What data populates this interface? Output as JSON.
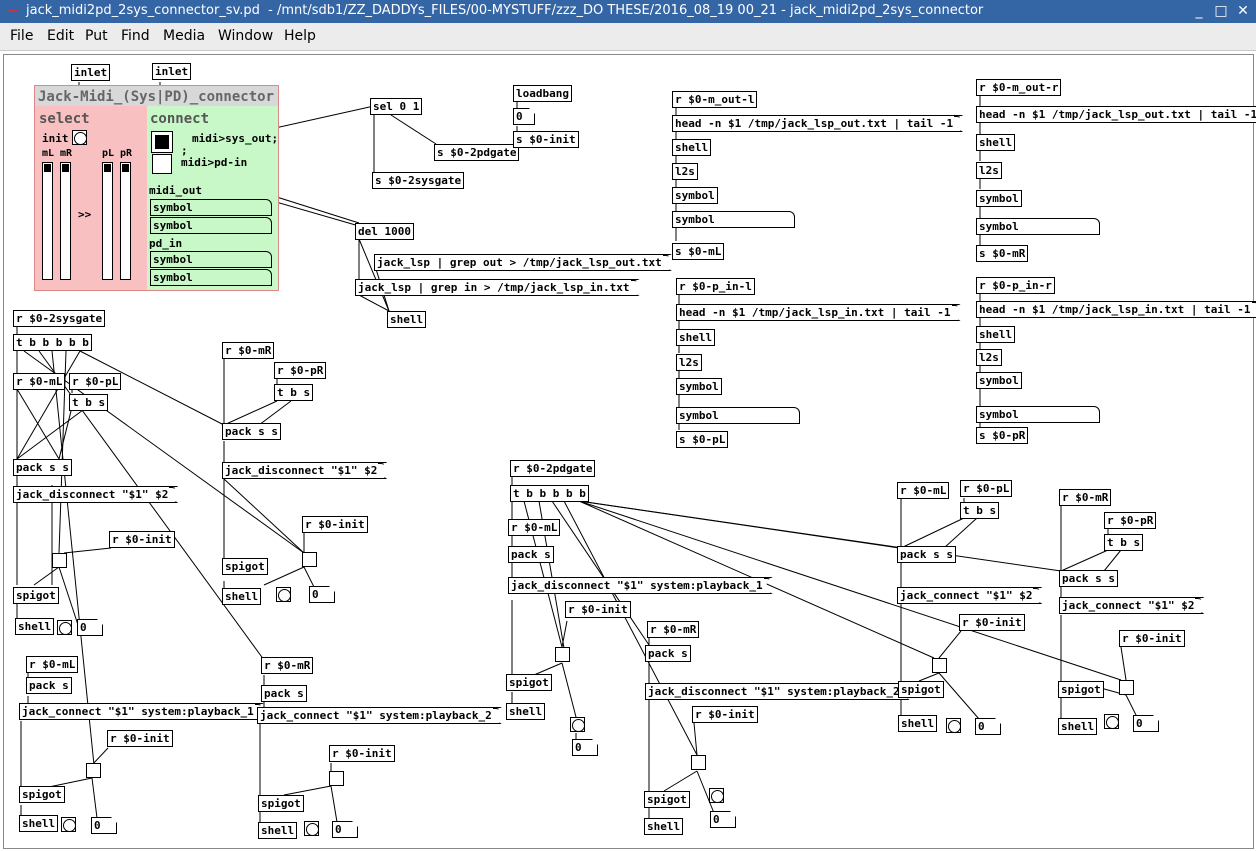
{
  "window": {
    "title": "jack_midi2pd_2sys_connector_sv.pd  - /mnt/sdb1/ZZ_DADDYs_FILES/00-MYSTUFF/zzz_DO THESE/2016_08_19 00_21 - jack_midi2pd_2sys_connector",
    "icon": "pd-tilde-icon",
    "minimize": "_",
    "maximize": "□",
    "close": "✕"
  },
  "menu": [
    "File",
    "Edit",
    "Put",
    "Find",
    "Media",
    "Window",
    "Help"
  ],
  "colors": {
    "titlebar": "#3465a4",
    "select_panel": "#f8c0c0",
    "connect_panel": "#c8f8c8"
  },
  "gop": {
    "title": "Jack-Midi_(Sys|PD)_connector",
    "select": "select",
    "connect": "connect",
    "init": "init",
    "mL": "mL",
    "mR": "mR",
    "pL": "pL",
    "pR": "pR",
    "arrows": ">>",
    "midi_sys_out": "midi>sys_out;",
    "semicolon": ";",
    "midi_pd_in": "midi>pd-in",
    "midi_out": "midi_out",
    "pd_in": "pd_in",
    "symbol": "symbol"
  },
  "objects": {
    "inlet1": "inlet",
    "inlet2": "inlet",
    "sel01": "sel 0 1",
    "s_2pdgate": "s $0-2pdgate",
    "s_2sysgate": "s $0-2sysgate",
    "loadbang": "loadbang",
    "zero_a": "0",
    "s_init": "s $0-init",
    "del1000": "del 1000",
    "jack_lsp_out": "jack_lsp | grep out > /tmp/jack_lsp_out.txt",
    "jack_lsp_in": "jack_lsp | grep in > /tmp/jack_lsp_in.txt",
    "shell_top": "shell",
    "r_m_out_l": "r $0-m_out-l",
    "head_out_l": "head -n $1 /tmp/jack_lsp_out.txt | tail -1",
    "shell_b1": "shell",
    "l2s_b1": "l2s",
    "symbol_b1": "symbol",
    "symbol_b1b": "symbol",
    "s_mL": "s $0-mL",
    "r_p_in_l": "r $0-p_in-l",
    "head_in_l": "head -n $1 /tmp/jack_lsp_in.txt | tail -1",
    "shell_b2": "shell",
    "l2s_b2": "l2s",
    "symbol_b2": "symbol",
    "symbol_b2b": "symbol",
    "s_pL": "s $0-pL",
    "r_m_out_r": "r $0-m_out-r",
    "head_out_r": "head -n $1 /tmp/jack_lsp_out.txt | tail -1",
    "shell_b3": "shell",
    "l2s_b3": "l2s",
    "symbol_b3": "symbol",
    "symbol_b3b": "symbol",
    "s_mR": "s $0-mR",
    "r_p_in_r": "r $0-p_in-r",
    "head_in_r": "head -n $1 /tmp/jack_lsp_in.txt | tail -1",
    "shell_b4": "shell",
    "l2s_b4": "l2s",
    "symbol_b4": "symbol",
    "symbol_b4b": "symbol",
    "s_pR": "s $0-pR",
    "r_2sysgate": "r $0-2sysgate",
    "tbbbbb1": "t b b b b b",
    "r_mL_1": "r $0-mL",
    "r_pL_1": "r $0-pL",
    "tbs_1": "t b s",
    "packss_1": "pack s s",
    "jd_1": "jack_disconnect \"$1\" $2",
    "r_init_1": "r $0-init",
    "spigot_1": "spigot",
    "shell_1": "shell",
    "zero_1": "0",
    "r_mR_2": "r $0-mR",
    "r_pR_2": "r $0-pR",
    "tbs_2": "t b s",
    "packss_2": "pack s s",
    "jd_2": "jack_disconnect \"$1\" $2",
    "r_init_2": "r $0-init",
    "spigot_2": "spigot",
    "shell_2": "shell",
    "zero_2": "0",
    "r_mL_3": "r $0-mL",
    "packs_3": "pack s",
    "jc_3": "jack_connect \"$1\" system:playback_1",
    "r_init_3": "r $0-init",
    "spigot_3": "spigot",
    "shell_3": "shell",
    "zero_3": "0",
    "r_mR_4": "r $0-mR",
    "packs_4": "pack s",
    "jc_4": "jack_connect \"$1\" system:playback_2",
    "r_init_4": "r $0-init",
    "spigot_4": "spigot",
    "shell_4": "shell",
    "zero_4": "0",
    "r_2pdgate": "r $0-2pdgate",
    "tbbbbb2": "t b b b b b",
    "r_mL_5": "r $0-mL",
    "packs_5": "pack s",
    "jd_5": "jack_disconnect \"$1\" system:playback_1",
    "r_init_5": "r $0-init",
    "spigot_5": "spigot",
    "shell_5": "shell",
    "zero_5": "0",
    "r_mR_6": "r $0-mR",
    "packs_6": "pack s",
    "jd_6": "jack_disconnect \"$1\" system:playback_2",
    "r_init_6": "r $0-init",
    "spigot_6": "spigot",
    "shell_6": "shell",
    "zero_6": "0",
    "r_mL_7": "r $0-mL",
    "r_pL_7": "r $0-pL",
    "tbs_7": "t b s",
    "packss_7": "pack s s",
    "jc_7": "jack_connect \"$1\" $2",
    "r_init_7": "r $0-init",
    "spigot_7": "spigot",
    "shell_7": "shell",
    "zero_7": "0",
    "r_mR_8": "r $0-mR",
    "r_pR_8": "r $0-pR",
    "tbs_8": "t b s",
    "packss_8": "pack s s",
    "jc_8": "jack_connect \"$1\" $2",
    "r_init_8": "r $0-init",
    "spigot_8": "spigot",
    "shell_8": "shell",
    "zero_8": "0"
  }
}
